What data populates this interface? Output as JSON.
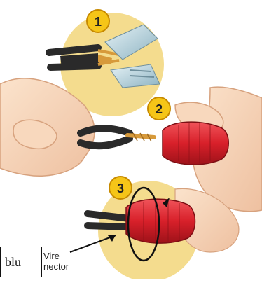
{
  "steps": [
    {
      "number": "1"
    },
    {
      "number": "2"
    },
    {
      "number": "3"
    }
  ],
  "callout": {
    "line1": "Vire",
    "line2": "nector"
  },
  "overlay_box": {
    "text": "blu"
  },
  "colors": {
    "badge_fill": "#f5c518",
    "badge_stroke": "#c78a00",
    "circle_bg": "#f4dc8e",
    "connector_red": "#d8202a",
    "wire_black": "#2a2a2a",
    "copper": "#d79a3b",
    "skin": "#f5d2b0"
  }
}
